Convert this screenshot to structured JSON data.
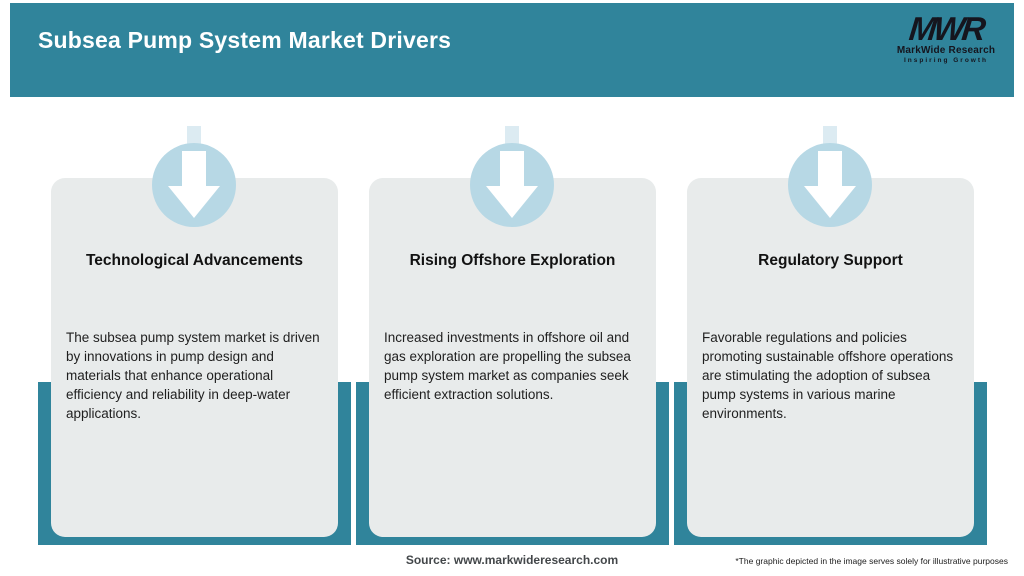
{
  "header": {
    "title": "Subsea Pump System Market Drivers",
    "logo": {
      "mark": "MWR",
      "name": "MarkWide Research",
      "tagline": "Inspiring Growth"
    }
  },
  "cards": [
    {
      "icon": "down-arrow-icon",
      "title": "Technological Advancements",
      "body": "The subsea pump system market is driven by innovations in pump design and materials that enhance operational efficiency and reliability in deep-water applications."
    },
    {
      "icon": "down-arrow-icon",
      "title": "Rising Offshore Exploration",
      "body": "Increased investments in offshore oil and gas exploration are propelling the subsea pump system market as companies seek efficient extraction solutions."
    },
    {
      "icon": "down-arrow-icon",
      "title": "Regulatory Support",
      "body": "Favorable regulations and policies promoting sustainable offshore operations are stimulating the adoption of subsea pump systems in various marine environments."
    }
  ],
  "footer": {
    "source": "Source: www.markwideresearch.com",
    "disclaimer": "*The graphic depicted in the image serves solely for illustrative purposes"
  },
  "colors": {
    "teal": "#30849b",
    "card_bg": "#e8ebeb",
    "icon_circle": "#b7d8e5",
    "icon_notch": "#dcebf2",
    "logo_dark": "#15151e"
  }
}
